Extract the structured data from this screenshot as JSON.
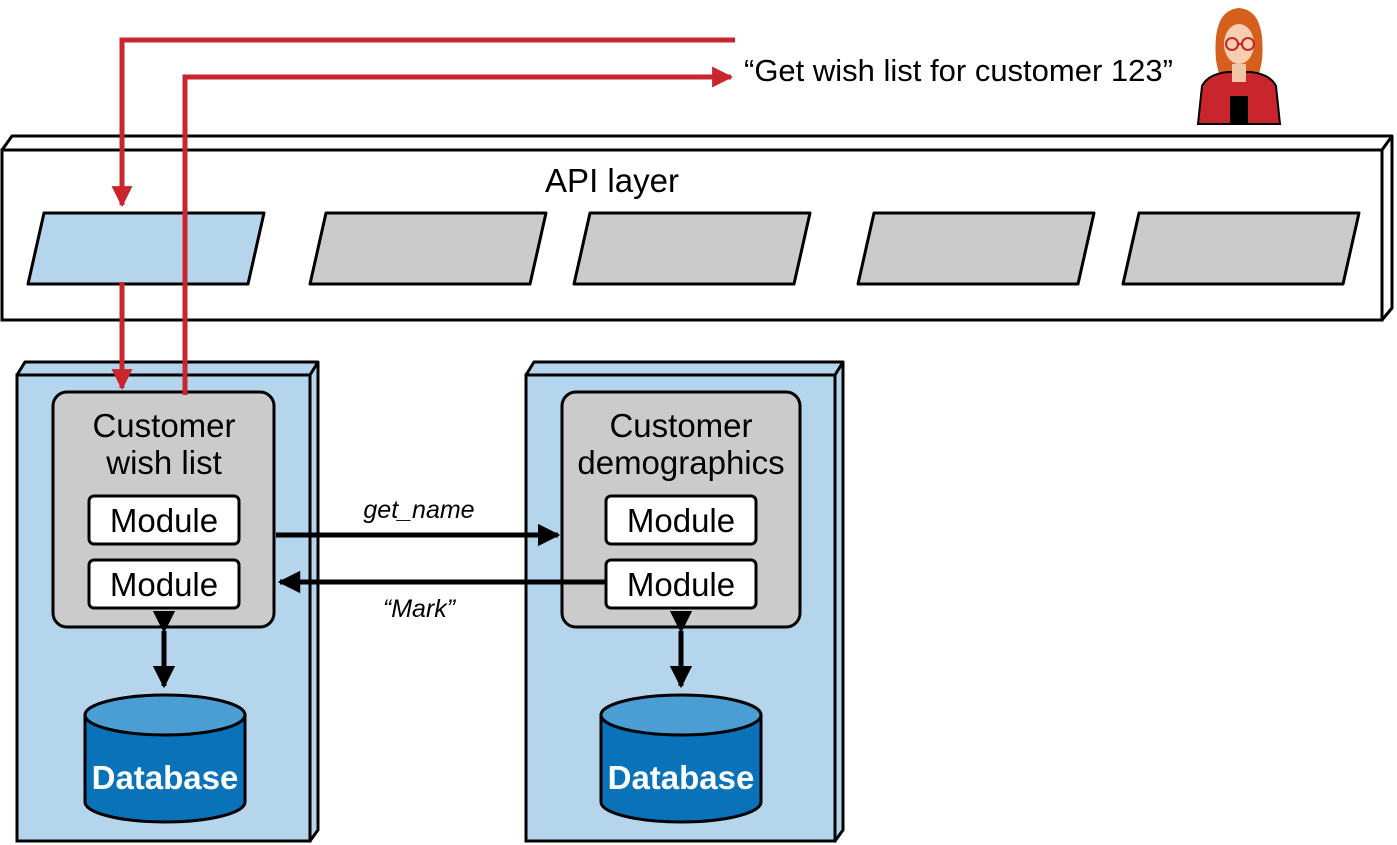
{
  "request": {
    "text": "“Get wish list for customer 123”"
  },
  "api_layer": {
    "label": "API layer"
  },
  "services": [
    {
      "title_line1": "Customer",
      "title_line2": "wish list",
      "modules": [
        "Module",
        "Module"
      ],
      "database": "Database"
    },
    {
      "title_line1": "Customer",
      "title_line2": "demographics",
      "modules": [
        "Module",
        "Module"
      ],
      "database": "Database"
    }
  ],
  "calls": {
    "request_label": "get_name",
    "response_label": "“Mark”"
  },
  "colors": {
    "request_path": "#c8262c",
    "service_bg": "#b5d5ec",
    "active_endpoint": "#b5d5ec",
    "inactive_endpoint": "#cbcbcb",
    "component_bg": "#cbcbcb",
    "database": "#0a72b8",
    "database_top": "#4b9ed4"
  }
}
